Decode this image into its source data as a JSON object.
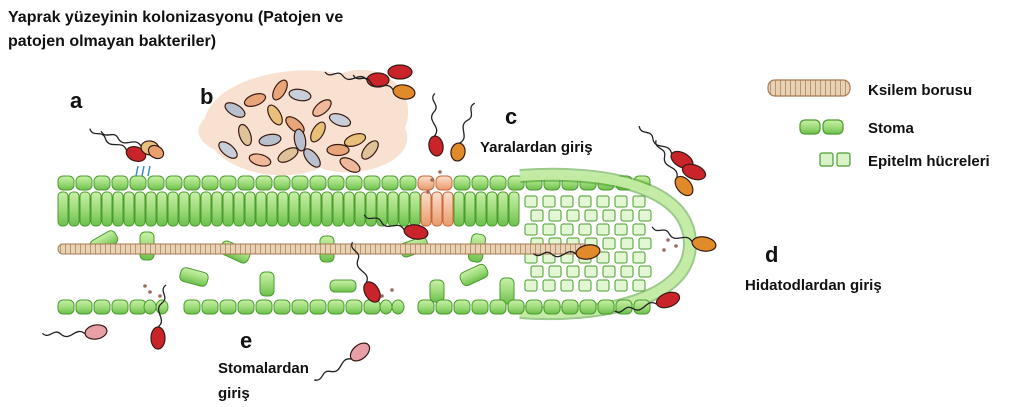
{
  "title": {
    "line1": "Yaprak yüzeyinin kolonizasyonu (Patojen ve",
    "line2": "patojen olmayan bakteriler)"
  },
  "markers": {
    "a": "a",
    "b": "b",
    "c": "c",
    "d": "d",
    "e": "e"
  },
  "labels": {
    "wounds": "Yaralardan giriş",
    "hydathodes": "Hidatodlardan giriş",
    "stomata_line1": "Stomalardan",
    "stomata_line2": "giriş"
  },
  "legend": {
    "xylem": "Ksilem borusu",
    "stoma": "Stoma",
    "epithelium": "Epitelm hücreleri"
  },
  "colors": {
    "cell_fill": "#9fdc7c",
    "cell_stroke": "#4a9c2e",
    "xylem": "#d8b48a",
    "wound": "#f0b08a",
    "bacteria_red": "#c8242a",
    "bacteria_orange": "#e08a2a",
    "bacteria_pink": "#e8a0a8",
    "biofilm": "#f7dcc8"
  },
  "icons": [
    "bacterium-icon",
    "xylem-icon",
    "stoma-icon",
    "epithelium-icon"
  ]
}
